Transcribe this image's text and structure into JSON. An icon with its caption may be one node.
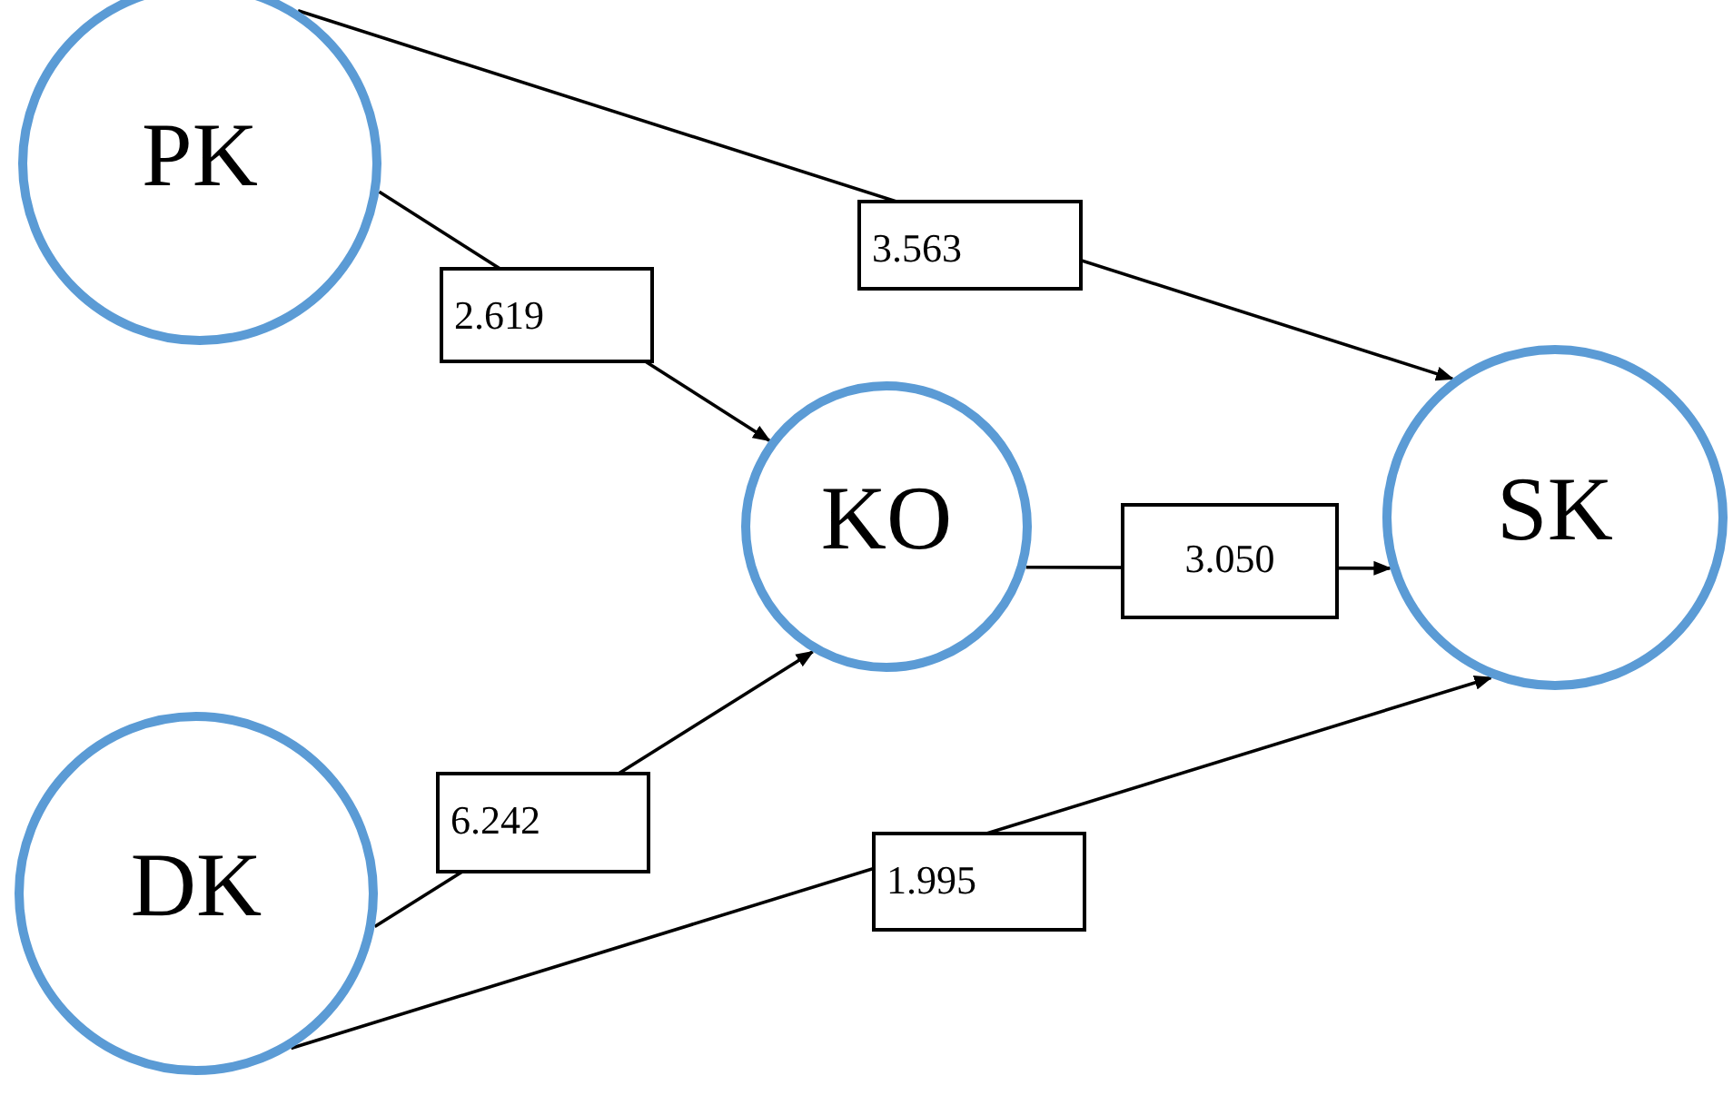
{
  "diagram": {
    "nodes": [
      {
        "text": [
          "PK"
        ]
      },
      {
        "text": [
          "KO"
        ]
      },
      {
        "text": [
          "SK"
        ]
      },
      {
        "text": [
          "DK"
        ]
      }
    ],
    "edges": [
      {
        "from": 0,
        "to": 1,
        "arrow": "to",
        "label": "2.619"
      },
      {
        "from": 0,
        "to": 2,
        "arrow": "to",
        "label": "3.563"
      },
      {
        "from": 1,
        "to": 2,
        "arrow": "to",
        "label": "3.050"
      },
      {
        "from": 3,
        "to": 1,
        "arrow": "to",
        "label": "6.242"
      },
      {
        "from": 3,
        "to": 2,
        "arrow": "to",
        "label": "1.995"
      }
    ]
  }
}
